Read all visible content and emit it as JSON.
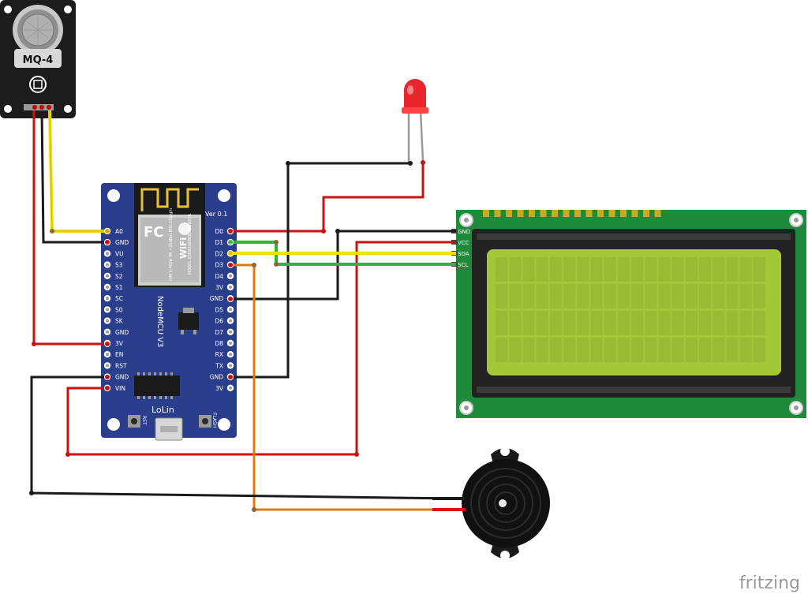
{
  "sensor": {
    "label": "MQ-4"
  },
  "mcu": {
    "version": "Ver 0.1",
    "name": "NodeMCU  V3",
    "vendor": "LoLin",
    "rst_label": "RST",
    "flash_label": "FLASH",
    "module_text": "MODEL ESP8266MOD VENDOR",
    "ism_text": "ISM 2.4GHz PA +25dBm 802.11b/g/n",
    "fcc_text": "FC",
    "wifi_text": "WiFi",
    "left_pins": [
      "A0",
      "GND",
      "VU",
      "S3",
      "S2",
      "S1",
      "SC",
      "S0",
      "SK",
      "GND",
      "3V",
      "EN",
      "RST",
      "GND",
      "VIN"
    ],
    "right_pins": [
      "D0",
      "D1",
      "D2",
      "D3",
      "D4",
      "3V",
      "GND",
      "D5",
      "D6",
      "D7",
      "D8",
      "RX",
      "TX",
      "GND",
      "3V"
    ]
  },
  "lcd": {
    "pins": [
      "GND",
      "VCC",
      "SDA",
      "SCL"
    ]
  },
  "watermark": {
    "text": "fritzing"
  }
}
